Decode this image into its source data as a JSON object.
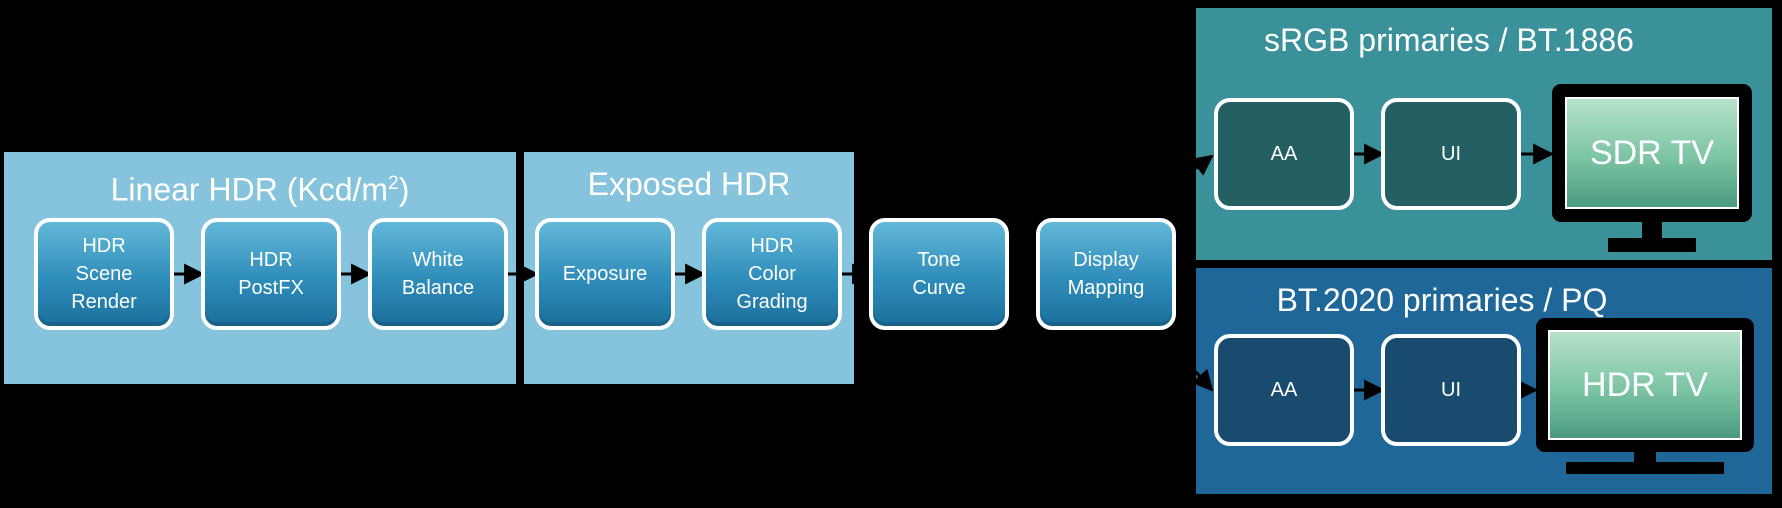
{
  "regions": {
    "linear": {
      "title_prefix": "Linear HDR (Kcd/m",
      "title_sup": "2",
      "title_suffix": ")"
    },
    "exposed": {
      "title": "Exposed HDR"
    },
    "sdr": {
      "title": "sRGB primaries / BT.1886"
    },
    "hdr": {
      "title": "BT.2020 primaries / PQ"
    }
  },
  "nodes": {
    "hdr_scene_render": [
      "HDR",
      "Scene",
      "Render"
    ],
    "hdr_postfx": [
      "HDR",
      "PostFX"
    ],
    "white_balance": [
      "White",
      "Balance"
    ],
    "exposure": [
      "Exposure"
    ],
    "hdr_color_grading": [
      "HDR",
      "Color",
      "Grading"
    ],
    "tone_curve": [
      "Tone",
      "Curve"
    ],
    "display_mapping": [
      "Display",
      "Mapping"
    ],
    "sdr_aa": [
      "AA"
    ],
    "sdr_ui": [
      "UI"
    ],
    "hdr_aa": [
      "AA"
    ],
    "hdr_ui": [
      "UI"
    ]
  },
  "tvs": {
    "sdr": "SDR TV",
    "hdr": "HDR TV"
  },
  "colors": {
    "background": "#000000",
    "linear_region": "#86c3dd",
    "exposed_region": "#86c3dd",
    "sdr_region": "#3a9199",
    "hdr_region": "#1f6699",
    "pipeline_node": "#2f8dba",
    "sdr_node": "#245f63",
    "hdr_node": "#184b6e",
    "tv_screen": "#7bc4a3"
  }
}
